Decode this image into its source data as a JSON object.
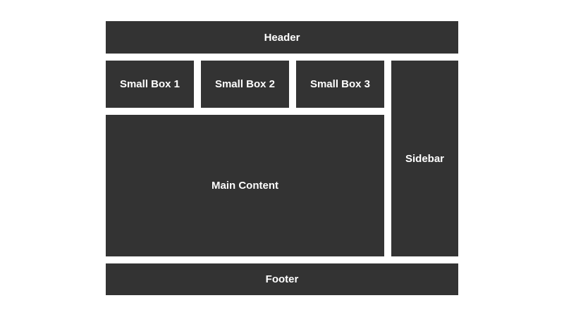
{
  "page": {
    "background_color": "#ffffff",
    "box_color": "#333333",
    "text_color": "#ffffff"
  },
  "layout": {
    "header": {
      "label": "Header"
    },
    "small_boxes": [
      {
        "label": "Small Box 1"
      },
      {
        "label": "Small Box 2"
      },
      {
        "label": "Small Box 3"
      }
    ],
    "sidebar": {
      "label": "Sidebar"
    },
    "main": {
      "label": "Main Content"
    },
    "footer": {
      "label": "Footer"
    }
  }
}
